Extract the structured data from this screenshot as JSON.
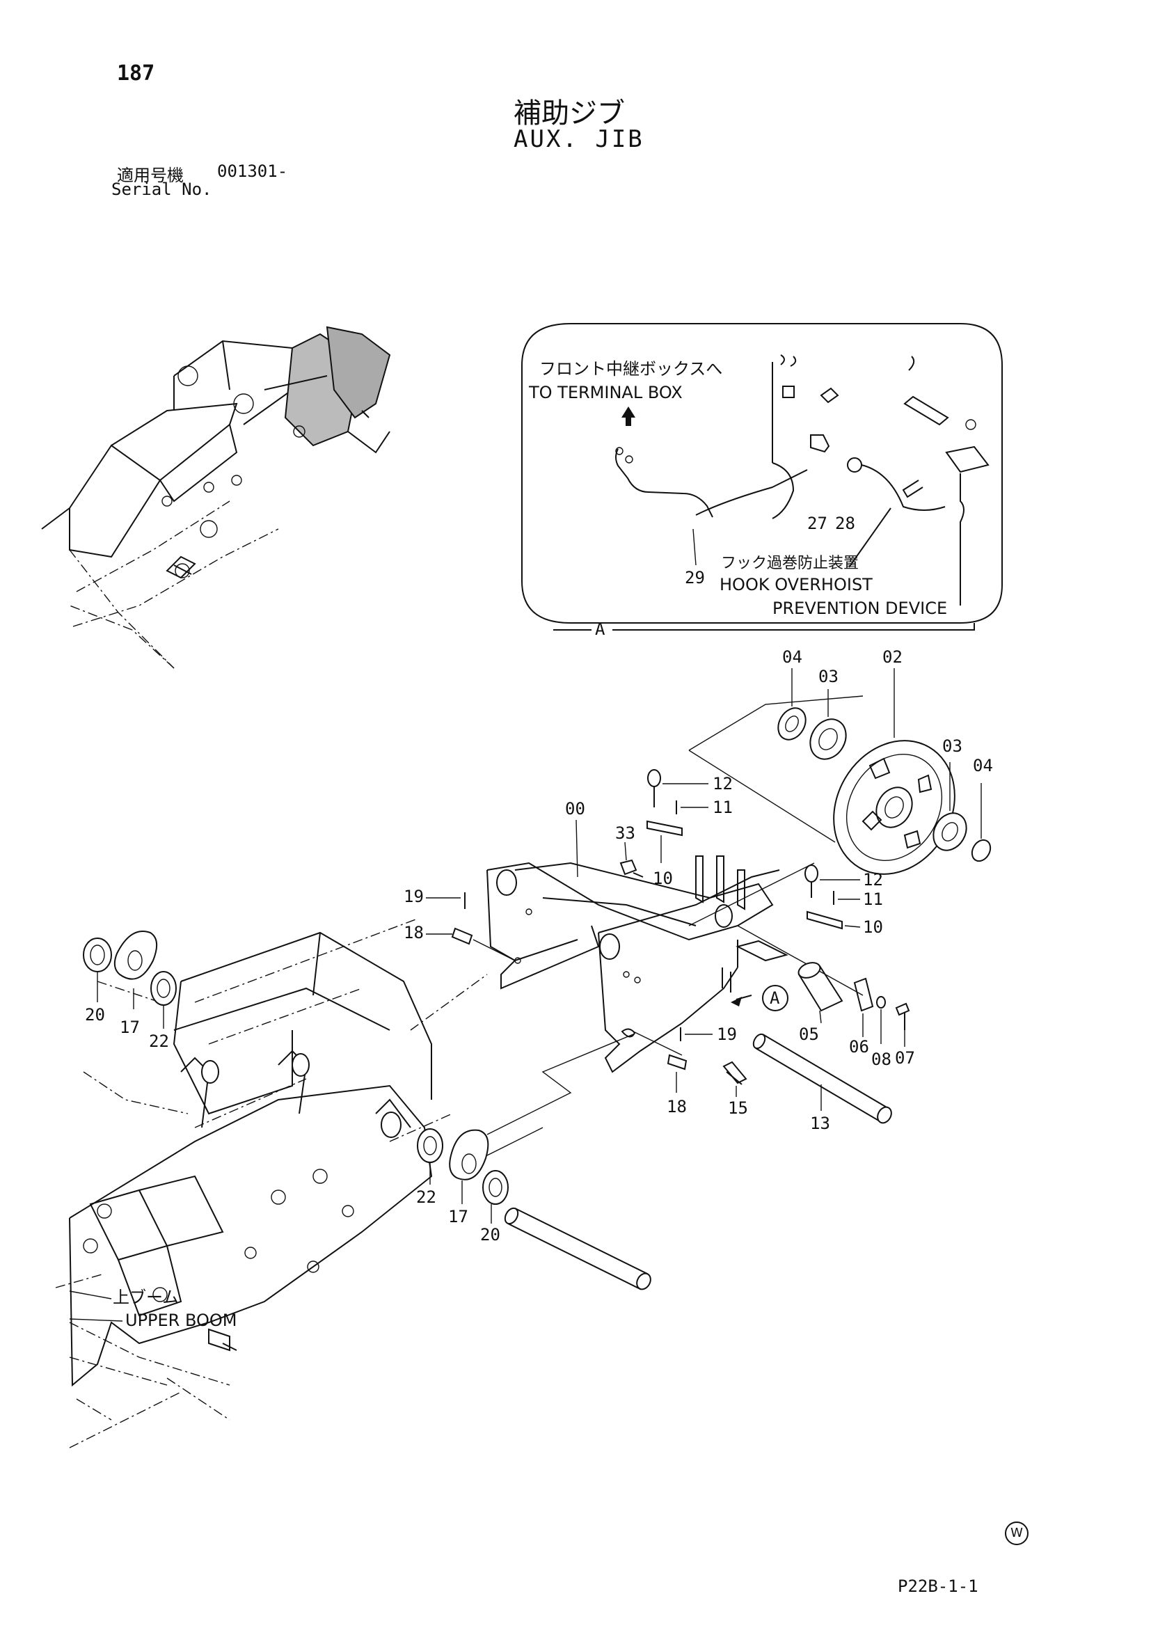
{
  "page_number": "187",
  "title_jp": "補助ジブ",
  "title_en": "AUX. JIB",
  "serial": {
    "label_jp": "適用号機",
    "value": "001301-",
    "label_en": "Serial No."
  },
  "inset": {
    "to_terminal_jp": "フロント中継ボックスへ",
    "to_terminal_en": "TO TERMINAL BOX",
    "hook_jp": "フック過巻防止装置",
    "hook_en_1": "HOOK OVERHOIST",
    "hook_en_2": "PREVENTION DEVICE",
    "view_label": "A"
  },
  "callout_a": "A",
  "upper_boom_jp": "上ブーム",
  "upper_boom_en": "UPPER BOOM",
  "part_labels": {
    "p27": "27",
    "p28": "28",
    "p29": "29",
    "p04a": "04",
    "p03a": "03",
    "p02": "02",
    "p03b": "03",
    "p04b": "04",
    "p12a": "12",
    "p11a": "11",
    "p00": "00",
    "p33": "33",
    "p10a": "10",
    "p12b": "12",
    "p11b": "11",
    "p10b": "10",
    "p19a": "19",
    "p18a": "18",
    "p20a": "20",
    "p17a": "17",
    "p22a": "22",
    "p05": "05",
    "p06": "06",
    "p08": "08",
    "p07": "07",
    "p19b": "19",
    "p18b": "18",
    "p15": "15",
    "p13": "13",
    "p22b": "22",
    "p17b": "17",
    "p20b": "20"
  },
  "mark_symbol": "W",
  "drawing_code": "P22B-1-1"
}
